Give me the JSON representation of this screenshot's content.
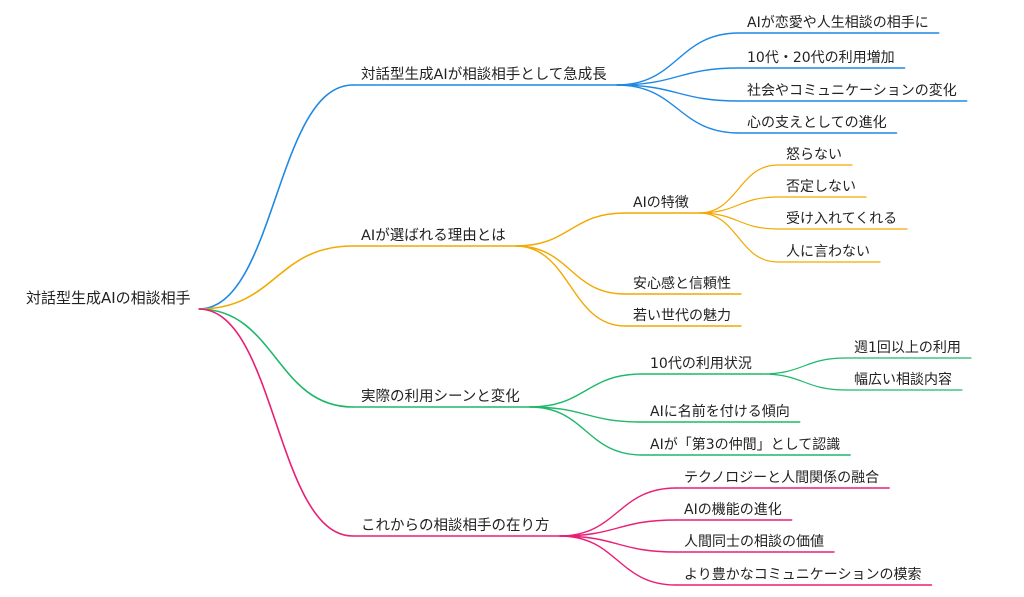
{
  "root": {
    "label": "対話型生成AIの相談相手"
  },
  "branches": [
    {
      "label": "対話型生成AIが相談相手として急成長",
      "color": "#1e88e5",
      "children": [
        {
          "label": "AIが恋愛や人生相談の相手に"
        },
        {
          "label": "10代・20代の利用増加"
        },
        {
          "label": "社会やコミュニケーションの変化"
        },
        {
          "label": "心の支えとしての進化"
        }
      ]
    },
    {
      "label": "AIが選ばれる理由とは",
      "color": "#f2a900",
      "children": [
        {
          "label": "AIの特徴",
          "children": [
            {
              "label": "怒らない"
            },
            {
              "label": "否定しない"
            },
            {
              "label": "受け入れてくれる"
            },
            {
              "label": "人に言わない"
            }
          ]
        },
        {
          "label": "安心感と信頼性"
        },
        {
          "label": "若い世代の魅力"
        }
      ]
    },
    {
      "label": "実際の利用シーンと変化",
      "color": "#1db86a",
      "children": [
        {
          "label": "10代の利用状況",
          "children": [
            {
              "label": "週1回以上の利用"
            },
            {
              "label": "幅広い相談内容"
            }
          ]
        },
        {
          "label": "AIに名前を付ける傾向"
        },
        {
          "label": "AIが「第3の仲間」として認識"
        }
      ]
    },
    {
      "label": "これからの相談相手の在り方",
      "color": "#e91e75",
      "children": [
        {
          "label": "テクノロジーと人間関係の融合"
        },
        {
          "label": "AIの機能の進化"
        },
        {
          "label": "人間同士の相談の価値"
        },
        {
          "label": "より豊かなコミュニケーションの模索"
        }
      ]
    }
  ]
}
